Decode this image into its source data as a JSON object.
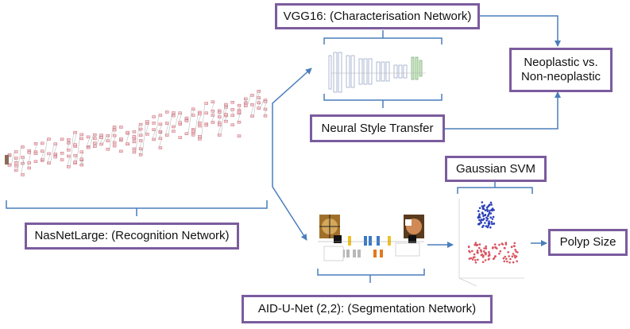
{
  "boxes": {
    "vgg16": "VGG16: (Characterisation Network)",
    "neoplastic": "Neoplastic vs. Non-neoplastic",
    "style_transfer": "Neural Style Transfer",
    "gaussian_svm": "Gaussian SVM",
    "nasnet": "NasNetLarge: (Recognition Network)",
    "polyp_size": "Polyp Size",
    "aid_unet": "AID-U-Net (2,2): (Segmentation Network)"
  },
  "colors": {
    "box_border": "#7b5c9e",
    "arrow": "#4a7ebb",
    "node_fill": "#f2c9cf",
    "node_stroke": "#c0505e",
    "scatter_blue": "#2a3fb8",
    "scatter_red": "#d9535f"
  }
}
